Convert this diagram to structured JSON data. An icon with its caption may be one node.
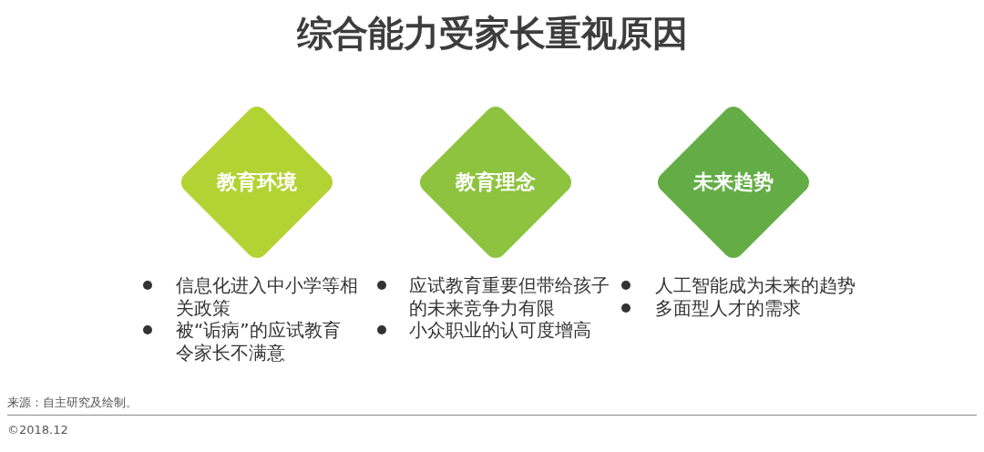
{
  "diagram": {
    "title": "综合能力受家长重视原因",
    "nodes": [
      {
        "text": [
          "教育环境"
        ],
        "beside": [
          "信息化进入中小学等相关政策",
          "被“诟病”的应试教育令家长不满意"
        ]
      },
      {
        "text": [
          "教育理念"
        ],
        "beside": [
          "应试教育重要但带给孩子的未来竞争力有限",
          "小众职业的认可度增高"
        ]
      },
      {
        "text": [
          "未来趋势"
        ],
        "beside": [
          "人工智能成为未来的趋势",
          "多面型人才的需求"
        ]
      }
    ],
    "labels": [
      "来源：自主研究及绘制。",
      "©2018.12"
    ]
  }
}
